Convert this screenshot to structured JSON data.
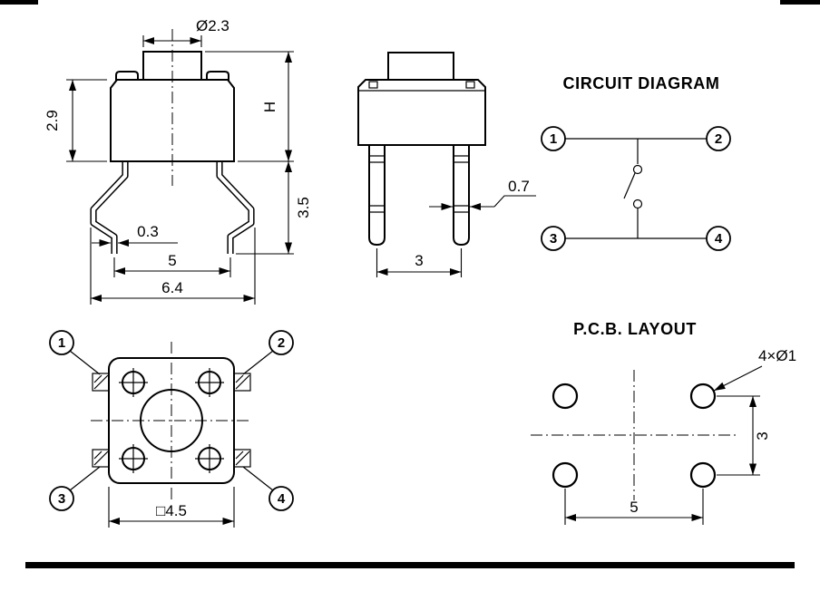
{
  "page": {
    "background": "#ffffff",
    "ink": "#000000"
  },
  "front_view": {
    "dim_cap_diameter": "Ø2.3",
    "dim_body_height": "2.9",
    "dim_total_height": "H",
    "dim_lead_length": "3.5",
    "dim_lead_thickness": "0.3",
    "dim_pin_pitch": "5",
    "dim_overall_width": "6.4"
  },
  "side_view": {
    "dim_lead_width": "0.7",
    "dim_pin_pitch": "3"
  },
  "circuit_diagram": {
    "title": "CIRCUIT DIAGRAM",
    "pin1": "1",
    "pin2": "2",
    "pin3": "3",
    "pin4": "4"
  },
  "top_view": {
    "pin1": "1",
    "pin2": "2",
    "pin3": "3",
    "pin4": "4",
    "dim_body_square": "□4.5"
  },
  "pcb_layout": {
    "title": "P.C.B. LAYOUT",
    "hole_callout": "4×Ø1",
    "dim_vertical_pitch": "3",
    "dim_horizontal_pitch": "5"
  }
}
